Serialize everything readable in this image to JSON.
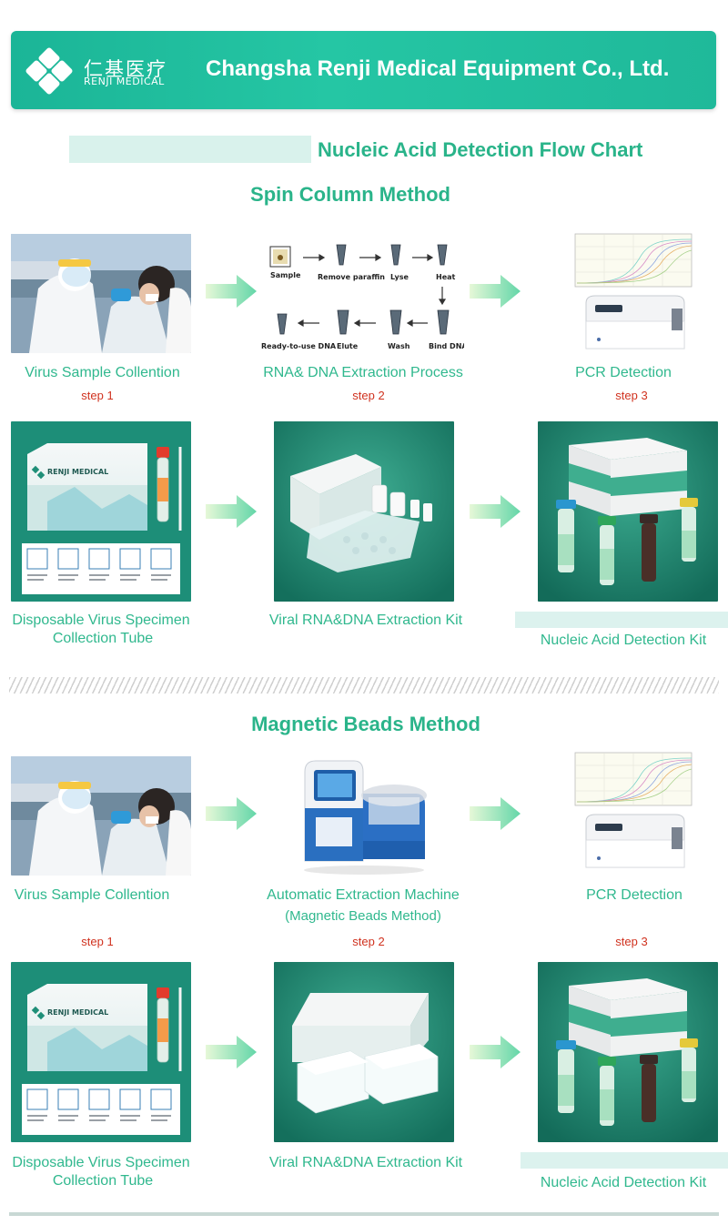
{
  "header": {
    "logo_cn": "仁基医疗",
    "logo_en": "RENJI MEDICAL",
    "company": "Changsha Renji Medical Equipment Co., Ltd."
  },
  "title": "Nucleic Acid Detection Flow Chart",
  "spin": {
    "heading": "Spin Column Method",
    "steps": [
      {
        "caption": "Virus Sample Collention",
        "step": "step 1"
      },
      {
        "caption": "RNA& DNA Extraction Process",
        "step": "step 2"
      },
      {
        "caption": "PCR Detection",
        "step": "step 3"
      }
    ],
    "extraction_labels": {
      "sample": "Sample",
      "remove": "Remove paraffin",
      "lyse": "Lyse",
      "heat": "Heat",
      "ready": "Ready-to-use DNA",
      "elute": "Elute",
      "wash": "Wash",
      "bind": "Bind DNA"
    },
    "products": [
      {
        "caption_l1": "Disposable Virus Specimen",
        "caption_l2": "Collection Tube"
      },
      {
        "caption_l1": "Viral RNA&DNA Extraction Kit"
      },
      {
        "caption_l1": "Nucleic Acid Detection Kit"
      }
    ]
  },
  "magnetic": {
    "heading": "Magnetic Beads Method",
    "steps": [
      {
        "caption": "Virus Sample Collention",
        "step": "step 1"
      },
      {
        "caption": "Automatic Extraction Machine",
        "caption_l2": "(Magnetic Beads Method)",
        "step": "step 2"
      },
      {
        "caption": "PCR Detection",
        "step": "step 3"
      }
    ],
    "products": [
      {
        "caption_l1": "Disposable Virus Specimen",
        "caption_l2": "Collection Tube"
      },
      {
        "caption_l1": "Viral RNA&DNA Extraction Kit"
      },
      {
        "caption_l1": "Nucleic Acid Detection Kit"
      }
    ]
  },
  "brand_box": "RENJI MEDICAL",
  "colors": {
    "accent": "#2ab48a",
    "banner": "#1fb99a",
    "step_red": "#d0321f",
    "kit_green": "#1f8f78"
  }
}
